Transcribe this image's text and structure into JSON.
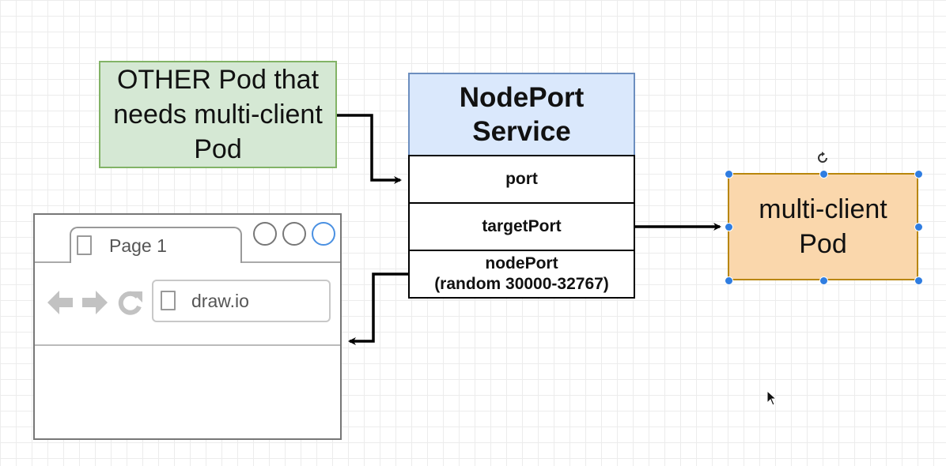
{
  "other_pod": {
    "lines": [
      "OTHER Pod that",
      "needs multi-client",
      "Pod"
    ]
  },
  "service": {
    "title_lines": [
      "NodePort",
      "Service"
    ],
    "port_label": "port",
    "target_port_label": "targetPort",
    "node_port_label": "nodePort",
    "node_port_range": "(random 30000-32767)"
  },
  "target_pod": {
    "lines": [
      "multi-client",
      "Pod"
    ]
  },
  "browser": {
    "tab_label": "Page 1",
    "url": "draw.io"
  },
  "colors": {
    "other_pod_fill": "#d5e8d4",
    "other_pod_stroke": "#82b366",
    "service_header_fill": "#dae8fc",
    "service_header_stroke": "#6c8ebf",
    "target_pod_fill": "#fad7ac",
    "target_pod_stroke": "#b8860b",
    "selection_handle": "#2f7de1",
    "connector": "#000000",
    "window_button_active": "#4a90e2"
  }
}
